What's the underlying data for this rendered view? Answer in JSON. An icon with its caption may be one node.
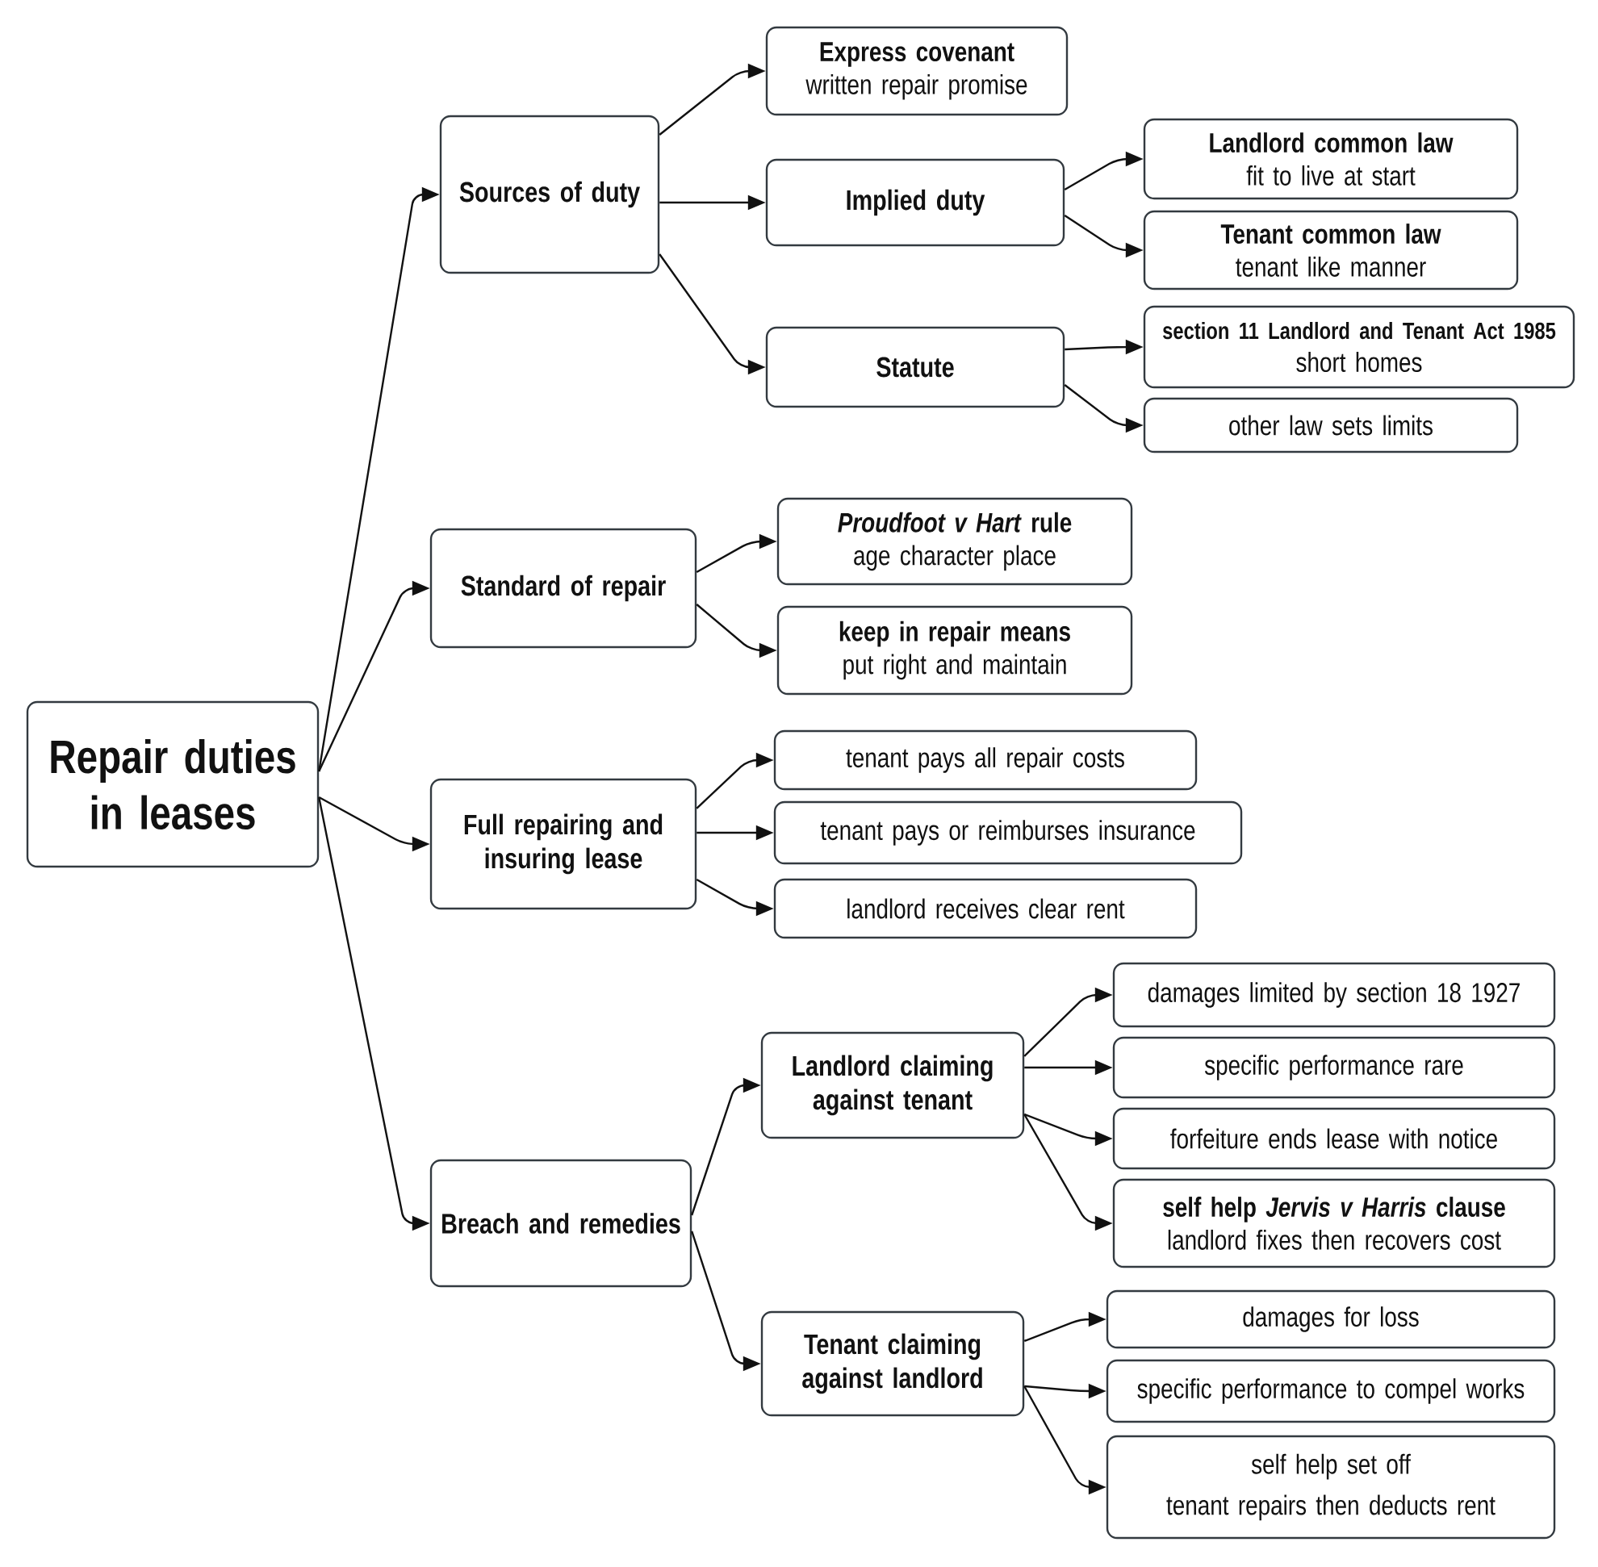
{
  "diagram": {
    "nodes": [
      {
        "text": [
          "Repair duties in leases"
        ]
      },
      {
        "text": [
          "Sources of duty"
        ]
      },
      {
        "text": [
          "Express covenant",
          "written repair promise"
        ]
      },
      {
        "text": [
          "Implied duty"
        ]
      },
      {
        "text": [
          "Landlord common law",
          "fit to live at start"
        ]
      },
      {
        "text": [
          "Tenant common law",
          "tenant like manner"
        ]
      },
      {
        "text": [
          "Statute"
        ]
      },
      {
        "text": [
          "section 11 Landlord and Tenant Act 1985",
          "short homes"
        ]
      },
      {
        "text": [
          "other law sets limits"
        ]
      },
      {
        "text": [
          "Standard of repair"
        ]
      },
      {
        "text": [
          "*Proudfoot v Hart* rule",
          "age character place"
        ]
      },
      {
        "text": [
          "keep in repair means",
          "put right and maintain"
        ]
      },
      {
        "text": [
          "Full repairing and insuring lease"
        ]
      },
      {
        "text": [
          "tenant pays all repair costs"
        ]
      },
      {
        "text": [
          "tenant pays or reimburses insurance"
        ]
      },
      {
        "text": [
          "landlord receives clear rent"
        ]
      },
      {
        "text": [
          "Breach and remedies"
        ]
      },
      {
        "text": [
          "Landlord claiming against tenant"
        ]
      },
      {
        "text": [
          "damages limited by section 18 1927"
        ]
      },
      {
        "text": [
          "specific performance rare"
        ]
      },
      {
        "text": [
          "forfeiture ends lease with notice"
        ]
      },
      {
        "text": [
          "self help *Jervis v Harris* clause",
          "landlord fixes then recovers cost"
        ]
      },
      {
        "text": [
          "Tenant claiming against landlord"
        ]
      },
      {
        "text": [
          "damages for loss"
        ]
      },
      {
        "text": [
          "specific performance to compel works"
        ]
      },
      {
        "text": [
          "self help set off",
          "tenant repairs then deducts rent"
        ]
      }
    ],
    "edges": [
      {
        "from": 0,
        "to": 1,
        "arrow": "to"
      },
      {
        "from": 1,
        "to": 2,
        "arrow": "to"
      },
      {
        "from": 1,
        "to": 3,
        "arrow": "to"
      },
      {
        "from": 3,
        "to": 4,
        "arrow": "to"
      },
      {
        "from": 3,
        "to": 5,
        "arrow": "to"
      },
      {
        "from": 1,
        "to": 6,
        "arrow": "to"
      },
      {
        "from": 6,
        "to": 7,
        "arrow": "to"
      },
      {
        "from": 6,
        "to": 8,
        "arrow": "to"
      },
      {
        "from": 0,
        "to": 9,
        "arrow": "to"
      },
      {
        "from": 9,
        "to": 10,
        "arrow": "to"
      },
      {
        "from": 9,
        "to": 11,
        "arrow": "to"
      },
      {
        "from": 0,
        "to": 12,
        "arrow": "to"
      },
      {
        "from": 12,
        "to": 13,
        "arrow": "to"
      },
      {
        "from": 12,
        "to": 14,
        "arrow": "to"
      },
      {
        "from": 12,
        "to": 15,
        "arrow": "to"
      },
      {
        "from": 0,
        "to": 16,
        "arrow": "to"
      },
      {
        "from": 16,
        "to": 17,
        "arrow": "to"
      },
      {
        "from": 17,
        "to": 18,
        "arrow": "to"
      },
      {
        "from": 17,
        "to": 19,
        "arrow": "to"
      },
      {
        "from": 17,
        "to": 20,
        "arrow": "to"
      },
      {
        "from": 17,
        "to": 21,
        "arrow": "to"
      },
      {
        "from": 16,
        "to": 22,
        "arrow": "to"
      },
      {
        "from": 22,
        "to": 23,
        "arrow": "to"
      },
      {
        "from": 22,
        "to": 24,
        "arrow": "to"
      },
      {
        "from": 22,
        "to": 25,
        "arrow": "to"
      }
    ]
  }
}
